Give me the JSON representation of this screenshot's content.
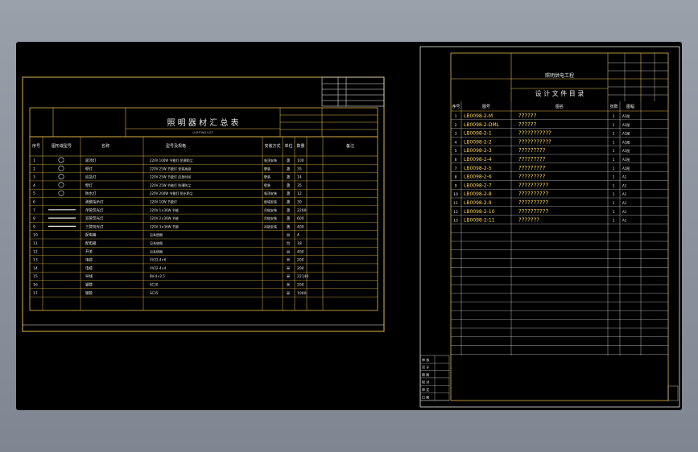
{
  "left_sheet": {
    "title": "照 明 器 材 汇 总 表",
    "subtitle": "LIGHTING LIST",
    "headers": [
      "序号",
      "图形或型号",
      "名称",
      "型号及规格",
      "安装方式",
      "单位",
      "数量",
      "备注"
    ],
    "rows": [
      {
        "no": "1",
        "symbol": "circle",
        "name": "吸顶灯",
        "spec": "220V 100W 节能灯 防潮防尘",
        "mount": "吸顶安装",
        "unit": "盏",
        "qty": "100"
      },
      {
        "no": "2",
        "symbol": "circle",
        "name": "壁灯",
        "spec": "220V 25W 节能灯 安装高度",
        "mount": "壁装",
        "unit": "盏",
        "qty": "35"
      },
      {
        "no": "3",
        "symbol": "circle",
        "name": "应急灯",
        "spec": "220V 25W 节能灯 应急时间",
        "mount": "壁装",
        "unit": "盏",
        "qty": "14"
      },
      {
        "no": "4",
        "symbol": "circle",
        "name": "壁灯",
        "spec": "220V 25W 节能灯 防潮防尘",
        "mount": "壁装",
        "unit": "盏",
        "qty": "35"
      },
      {
        "no": "5",
        "symbol": "circle",
        "name": "防水灯",
        "spec": "220V 200W 节能灯 防水防尘",
        "mount": "吸顶安装",
        "unit": "盏",
        "qty": "12"
      },
      {
        "no": "6",
        "symbol": "none",
        "name": "疏散指示灯",
        "spec": "220V 10W 节能灯",
        "mount": "嵌墙安装",
        "unit": "盏",
        "qty": "30"
      },
      {
        "no": "7",
        "symbol": "line",
        "name": "单管荧光灯",
        "spec": "220V 1×36W 节能",
        "mount": "吊链安装",
        "unit": "盏",
        "qty": "2200"
      },
      {
        "no": "8",
        "symbol": "line",
        "name": "双管荧光灯",
        "spec": "220V 2×36W 节能",
        "mount": "吊链安装",
        "unit": "盏",
        "qty": "600"
      },
      {
        "no": "9",
        "symbol": "line",
        "name": "三管荧光灯",
        "spec": "220V 3×36W 节能",
        "mount": "吊链安装",
        "unit": "盏",
        "qty": "400"
      },
      {
        "no": "10",
        "symbol": "none",
        "name": "配电箱",
        "spec": "见系统图",
        "mount": "",
        "unit": "台",
        "qty": "4"
      },
      {
        "no": "11",
        "symbol": "none",
        "name": "配电箱",
        "spec": "见系统图",
        "mount": "",
        "unit": "台",
        "qty": "18"
      },
      {
        "no": "12",
        "symbol": "none",
        "name": "开关",
        "spec": "见系统图",
        "mount": "",
        "unit": "台",
        "qty": "400"
      },
      {
        "no": "13",
        "symbol": "none",
        "name": "电缆",
        "spec": "VV22-4×6",
        "mount": "",
        "unit": "米",
        "qty": "200"
      },
      {
        "no": "14",
        "symbol": "none",
        "name": "电缆",
        "spec": "VV22-4×4",
        "mount": "",
        "unit": "米",
        "qty": "200"
      },
      {
        "no": "15",
        "symbol": "none",
        "name": "导线",
        "spec": "BV-4×2.5",
        "mount": "",
        "unit": "米",
        "qty": "22140"
      },
      {
        "no": "16",
        "symbol": "none",
        "name": "钢管",
        "spec": "SC20",
        "mount": "",
        "unit": "米",
        "qty": "200"
      },
      {
        "no": "17",
        "symbol": "none",
        "name": "钢管",
        "spec": "SC25",
        "mount": "",
        "unit": "米",
        "qty": "1000"
      }
    ]
  },
  "right_sheet": {
    "title": "设 计 文 件 目 录",
    "project": "照明供电工程",
    "headers": [
      "序号",
      "图号",
      "图名",
      "张数",
      "图幅"
    ],
    "rows": [
      {
        "no": "1",
        "code": "LB0098-2-M",
        "name": "??????",
        "count": "1",
        "size": "A1图"
      },
      {
        "no": "2",
        "code": "LB0098-2-DML",
        "name": "??????",
        "count": "1",
        "size": "A1图"
      },
      {
        "no": "3",
        "code": "LB0098-2-1",
        "name": "???????????",
        "count": "1",
        "size": "A1图"
      },
      {
        "no": "4",
        "code": "LB0098-2-2",
        "name": "???????????",
        "count": "1",
        "size": "A1图"
      },
      {
        "no": "5",
        "code": "LB0098-2-3",
        "name": "?????????",
        "count": "1",
        "size": "A1图"
      },
      {
        "no": "6",
        "code": "LB0098-2-4",
        "name": "?????????",
        "count": "1",
        "size": "A1图"
      },
      {
        "no": "7",
        "code": "LB0098-2-5",
        "name": "?????????",
        "count": "1",
        "size": "A1图"
      },
      {
        "no": "8",
        "code": "LB0098-2-6",
        "name": "?????????",
        "count": "1",
        "size": "A1"
      },
      {
        "no": "9",
        "code": "LB0098-2-7",
        "name": "??????????",
        "count": "1",
        "size": "A1"
      },
      {
        "no": "10",
        "code": "LB0098-2-8",
        "name": "??????????",
        "count": "1",
        "size": "A1"
      },
      {
        "no": "11",
        "code": "LB0098-2-9",
        "name": "??????????",
        "count": "1",
        "size": "A1"
      },
      {
        "no": "12",
        "code": "LB0098-2-10",
        "name": "??????????",
        "count": "1",
        "size": "A1"
      },
      {
        "no": "13",
        "code": "LB0098-2-11",
        "name": "???????",
        "count": "1",
        "size": "A1"
      }
    ],
    "signatures": [
      "审 核",
      "设 计",
      "制 图",
      "校 对",
      "审 定",
      "日 期"
    ]
  }
}
